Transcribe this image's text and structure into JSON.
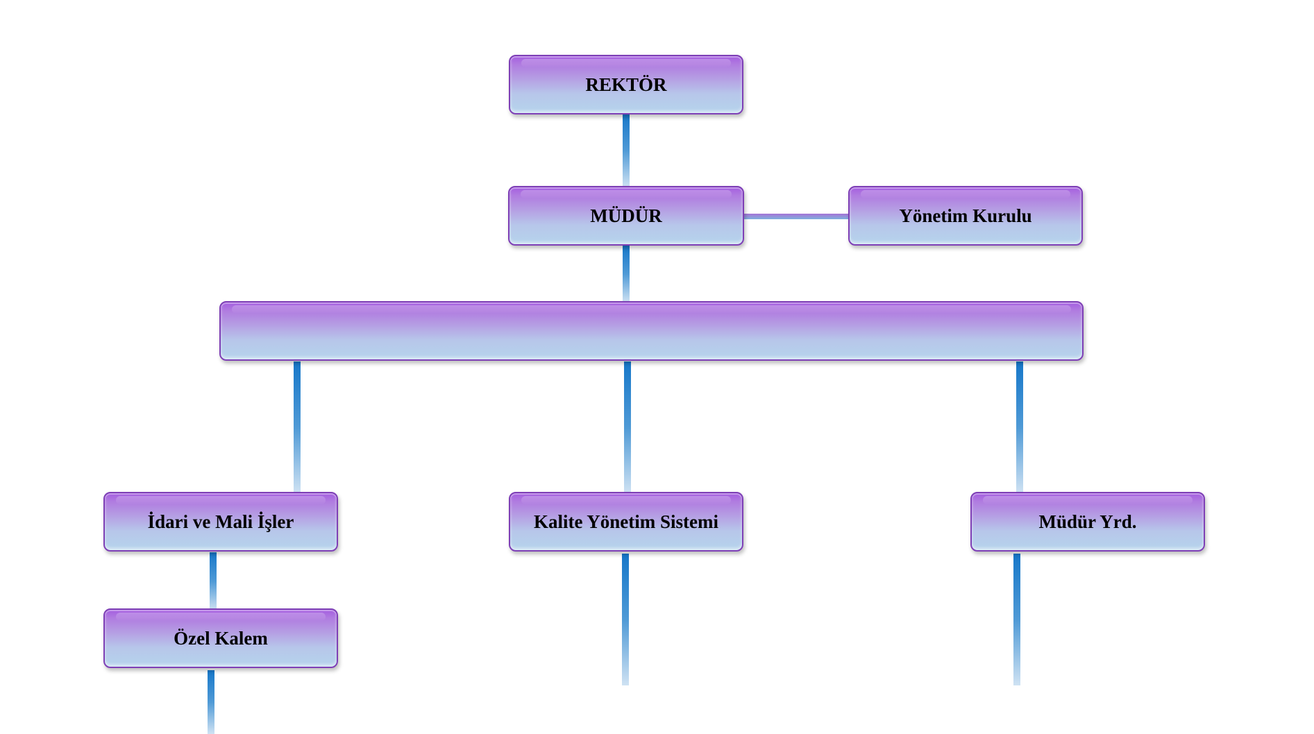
{
  "org_chart": {
    "rector": {
      "label": "REKTÖR"
    },
    "director": {
      "label": "MÜDÜR"
    },
    "board": {
      "label": "Yönetim Kurulu"
    },
    "department_bar": {
      "label": ""
    },
    "units": {
      "admin_finance": {
        "label": "İdari ve Mali İşler"
      },
      "quality": {
        "label": "Kalite Yönetim Sistemi"
      },
      "deputy": {
        "label": "Müdür Yrd."
      },
      "private_office": {
        "label": "Özel Kalem"
      }
    }
  },
  "colors": {
    "node_top": "#a45ee0",
    "node_bottom": "#b6d4ec",
    "node_border": "#7e3fb6",
    "connector": "#1677c9",
    "text": "#000000"
  }
}
